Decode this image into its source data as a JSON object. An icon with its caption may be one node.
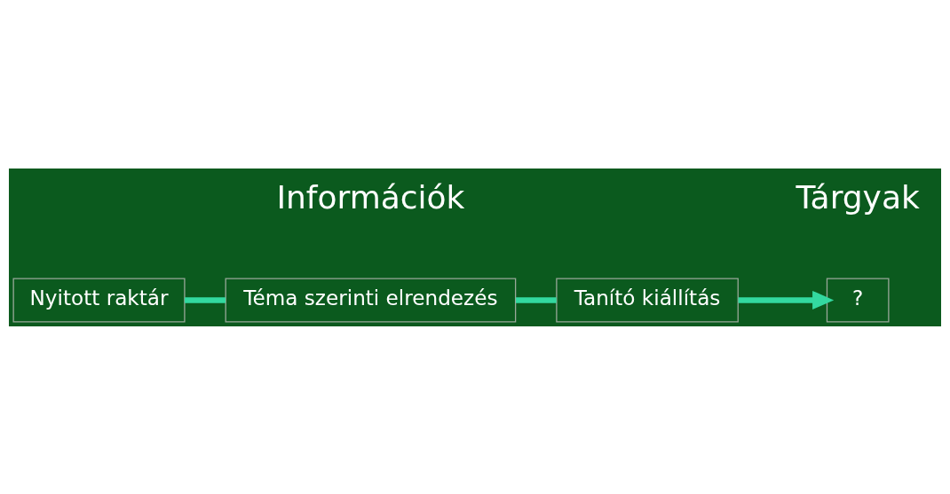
{
  "diagram": {
    "nodes": [
      {
        "text": [
          "Nyitott raktár"
        ]
      },
      {
        "text": [
          "Téma szerinti elrendezés"
        ]
      },
      {
        "text": [
          "Tanító kiállítás"
        ]
      },
      {
        "text": [
          "?"
        ]
      }
    ],
    "edges": [
      {
        "from": 0,
        "to": 1,
        "arrow": "none"
      },
      {
        "from": 1,
        "to": 2,
        "arrow": "none"
      },
      {
        "from": 2,
        "to": 3,
        "arrow": "to"
      }
    ],
    "labels": [
      "Tárgyak",
      "Információk"
    ]
  }
}
